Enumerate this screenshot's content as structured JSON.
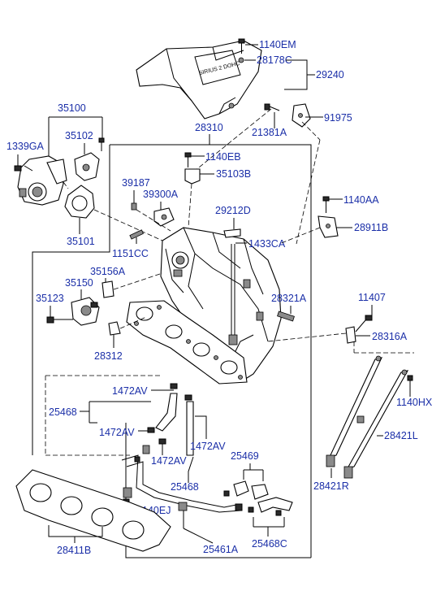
{
  "parts": {
    "p1140EM": "1140EM",
    "p28178C": "28178C",
    "p29240": "29240",
    "p35100": "35100",
    "p21381A": "21381A",
    "p91975": "91975",
    "p1339GA": "1339GA",
    "p35102": "35102",
    "p28310": "28310",
    "p1140EB": "1140EB",
    "p39187": "39187",
    "p35103B": "35103B",
    "p39300A": "39300A",
    "p1140AA": "1140AA",
    "p29212D": "29212D",
    "p28911B": "28911B",
    "p35101": "35101",
    "p1151CC": "1151CC",
    "p1433CA": "1433CA",
    "p35156A": "35156A",
    "p35150": "35150",
    "p35123": "35123",
    "p28321A": "28321A",
    "p11407": "11407",
    "p28316A": "28316A",
    "p28312": "28312",
    "p1140HX": "1140HX",
    "p1472AV_a": "1472AV",
    "p25468_a": "25468",
    "p1472AV_b": "1472AV",
    "p28421L": "28421L",
    "p1472AV_c": "1472AV",
    "p1472AV_d": "1472AV",
    "p25469": "25469",
    "p28421R": "28421R",
    "p25468_b": "25468",
    "p1140EJ": "1140EJ",
    "p28411B": "28411B",
    "p25461A": "25461A",
    "p25468C": "25468C"
  },
  "cover_text": "SIRIUS 2 DOHC"
}
